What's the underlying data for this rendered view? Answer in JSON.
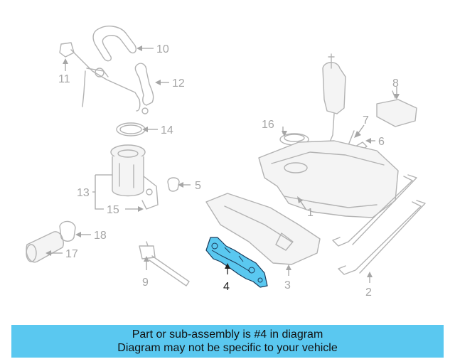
{
  "diagram": {
    "callouts": [
      "1",
      "2",
      "3",
      "4",
      "5",
      "6",
      "7",
      "8",
      "9",
      "10",
      "11",
      "12",
      "13",
      "14",
      "15",
      "16",
      "17",
      "18"
    ],
    "highlighted_part": "4",
    "highlight_color": "#5ac8f0",
    "line_color": "#a6a6a6"
  },
  "banner": {
    "line1": "Part or sub-assembly is #4 in diagram",
    "line2": "Diagram may not be specific to your vehicle",
    "background": "#5ac8f0"
  }
}
